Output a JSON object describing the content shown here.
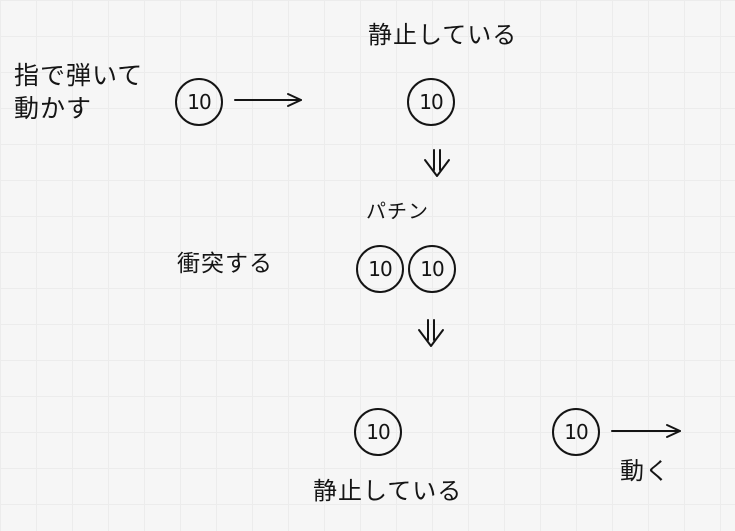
{
  "labels": {
    "flick_line1": "指で弾いて",
    "flick_line2": "動かす",
    "stationary_top": "静止している",
    "pachin": "パチン",
    "collide": "衝突する",
    "stationary_bottom": "静止している",
    "moves": "動く"
  },
  "coins": {
    "moving_start": "10",
    "resting_start": "10",
    "collision_left": "10",
    "collision_right": "10",
    "stopped_end": "10",
    "moving_end": "10"
  },
  "style": {
    "ink_color": "#141414",
    "paper_color": "#f6f6f6",
    "grid_color": "#ececec"
  }
}
